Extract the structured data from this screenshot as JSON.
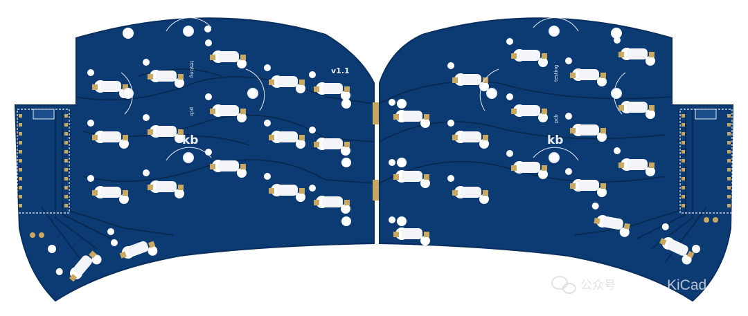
{
  "board": {
    "pcb_color": "#0b3b72",
    "edge_color": "#082f5d",
    "trace_color": "#0a3263",
    "pad_color": "#c9a962",
    "silkscreen_color": "#e9eef6"
  },
  "silkscreen": {
    "left_version": "v1.1",
    "left_logo": "kb",
    "right_logo": "kb",
    "left_vertical_1": "testing",
    "left_vertical_2": "pcb",
    "right_vertical_1": "testing",
    "right_vertical_2": "pcb"
  },
  "watermark": {
    "account_icon": "wechat-bubble-icon",
    "account_text": "公众号",
    "brand": "KiCad"
  }
}
